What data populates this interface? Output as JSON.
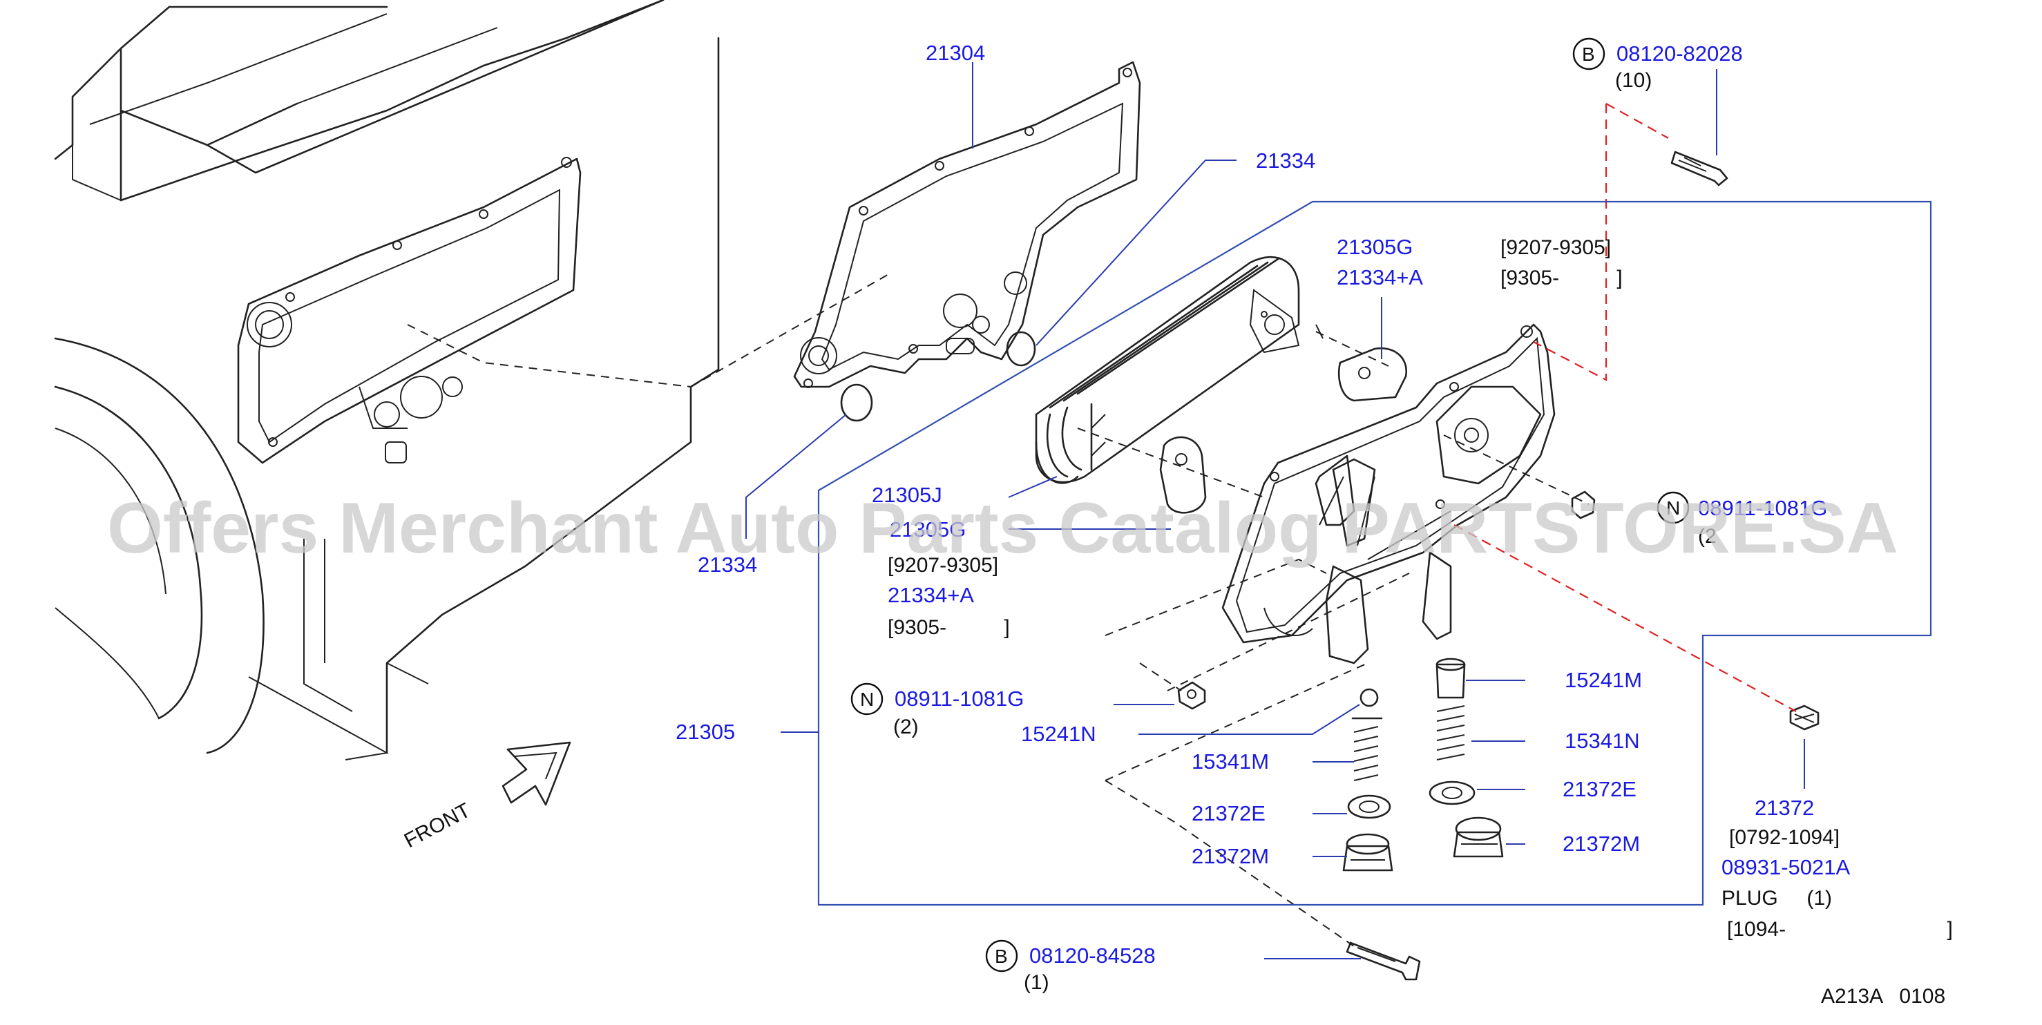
{
  "watermark": "Offers Merchant Auto Parts Catalog PARTSTORE.SA",
  "front_label": "FRONT",
  "diagram_code": "A213A   0108",
  "callouts": {
    "gasket_21304": "21304",
    "oring_upper_21334": "21334",
    "oring_left_21334": "21334",
    "bolt_top_prefix": "B",
    "bolt_top": "08120-82028",
    "bolt_top_qty": "(10)",
    "cooler_21305g": "21305G",
    "cooler_21334a": "21334+A",
    "range_9207_top": "[9207-9305]",
    "range_9305_top": "[9305-          ]",
    "cooler_21305j": "21305J",
    "cooler_21305g_mid": "21305G",
    "range_9207_mid": "[9207-9305]",
    "cooler_21334a_mid": "21334+A",
    "range_9305_mid": "[9305-          ]",
    "assy_21305": "21305",
    "nut_left_prefix": "N",
    "nut_left": "08911-1081G",
    "nut_left_qty": "(2)",
    "nut_right_prefix": "N",
    "nut_right": "08911-1081G",
    "nut_right_qty": "(2",
    "valve_15241m": "15241M",
    "valve_15241n": "15241N",
    "spring_15341n": "15341N",
    "spring_15341m": "15341M",
    "washer_21372e_right": "21372E",
    "washer_21372e_left": "21372E",
    "plug_21372m_right": "21372M",
    "plug_21372m_left": "21372M",
    "plug_21372": "21372",
    "range_0792": "[0792-1094]",
    "plug_08931": "08931-5021A",
    "plug_label": "PLUG     (1)",
    "range_1094": "[1094-                            ]",
    "bolt_bottom_prefix": "B",
    "bolt_bottom": "08120-84528",
    "bolt_bottom_qty": "(1)"
  }
}
